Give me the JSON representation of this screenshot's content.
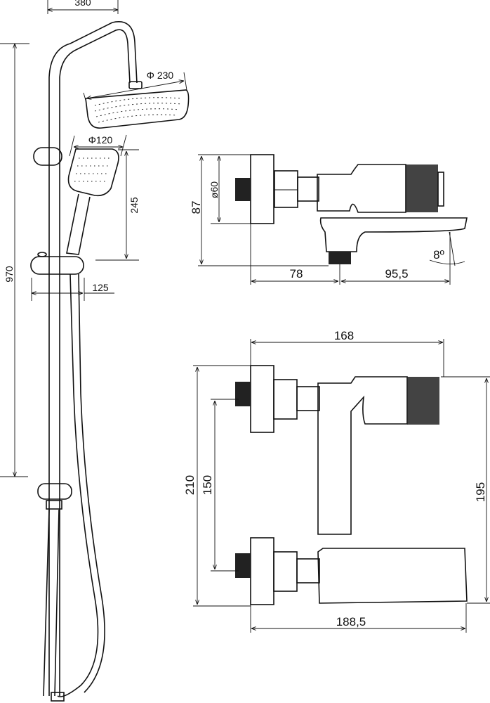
{
  "shower_set": {
    "top_width": "380",
    "total_height": "970",
    "head_diameter": "Φ 230",
    "hand_diameter": "Φ120",
    "hand_length": "245",
    "slider_offset": "125"
  },
  "side_view": {
    "height": "87",
    "flange_diameter": "ø60",
    "depth_to_outlet": "78",
    "spout_reach": "95,5",
    "spout_angle": "8º"
  },
  "front_view": {
    "body_width": "168",
    "total_height": "210",
    "center_distance": "150",
    "body_height": "195",
    "total_width": "188,5"
  }
}
